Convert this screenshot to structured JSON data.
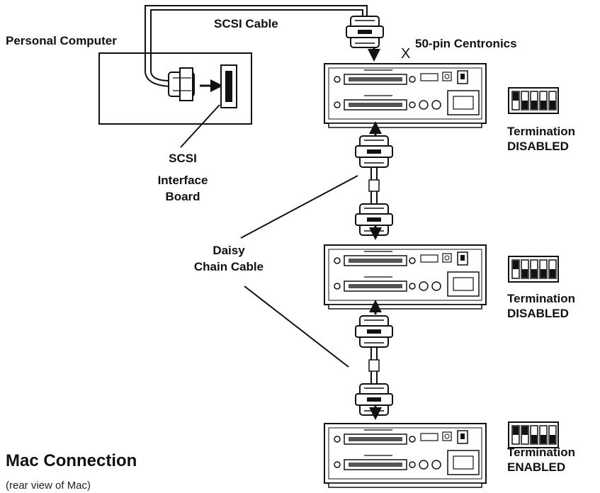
{
  "labels": {
    "personal_computer": "Personal Computer",
    "scsi_cable": "SCSI Cable",
    "centronics_mark": "X",
    "centronics": "50-pin Centronics",
    "interface_board": [
      "SCSI",
      "Interface",
      "Board"
    ],
    "daisy_chain": [
      "Daisy",
      "Chain Cable"
    ]
  },
  "units": [
    {
      "termination": "Termination",
      "state": "DISABLED",
      "switch_on": [
        true,
        false,
        false,
        false,
        false
      ]
    },
    {
      "termination": "Termination",
      "state": "DISABLED",
      "switch_on": [
        true,
        false,
        false,
        false,
        false
      ]
    },
    {
      "termination": "Termination",
      "state": "ENABLED",
      "switch_on": [
        true,
        true,
        false,
        false,
        false
      ]
    }
  ],
  "footer": {
    "title": "Mac Connection",
    "subtitle": "(rear view of Mac)"
  }
}
